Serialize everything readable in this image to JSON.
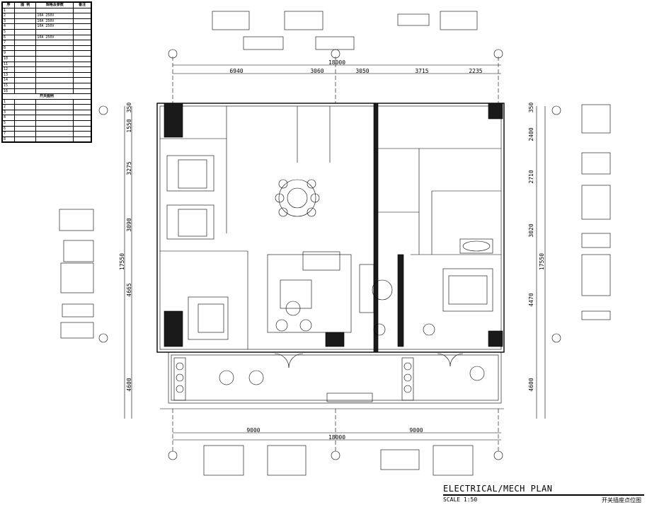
{
  "legend": {
    "header": [
      "序",
      "图 例",
      "规格及参数",
      "备注"
    ],
    "rows": [
      {
        "no": "1",
        "spec": "",
        "note": ""
      },
      {
        "no": "2",
        "spec": "10A 250V",
        "note": ""
      },
      {
        "no": "3",
        "spec": "10A 250V",
        "note": ""
      },
      {
        "no": "4",
        "spec": "10A 250V",
        "note": ""
      },
      {
        "no": "5",
        "spec": "",
        "note": ""
      },
      {
        "no": "6",
        "spec": "10A 250V",
        "note": ""
      },
      {
        "no": "7",
        "spec": "",
        "note": ""
      },
      {
        "no": "8",
        "spec": "",
        "note": ""
      },
      {
        "no": "9",
        "spec": "",
        "note": ""
      },
      {
        "no": "10",
        "spec": "",
        "note": ""
      },
      {
        "no": "11",
        "spec": "",
        "note": ""
      },
      {
        "no": "12",
        "spec": "",
        "note": ""
      },
      {
        "no": "13",
        "spec": "",
        "note": ""
      },
      {
        "no": "14",
        "spec": "",
        "note": ""
      },
      {
        "no": "15",
        "spec": "",
        "note": ""
      },
      {
        "no": "16",
        "spec": "",
        "note": ""
      }
    ],
    "sub_header": "开关图例",
    "sub_rows": [
      {
        "no": "1"
      },
      {
        "no": "2"
      },
      {
        "no": "3"
      },
      {
        "no": "4"
      },
      {
        "no": "5"
      },
      {
        "no": "6"
      },
      {
        "no": "7"
      },
      {
        "no": "8"
      }
    ]
  },
  "dimensions": {
    "top_total": "18000",
    "top_segments": [
      "6940",
      "3060",
      "3050",
      "3715",
      "2235"
    ],
    "bottom_total": "18000",
    "bottom_segments": [
      "9000",
      "9000"
    ],
    "left_segments": [
      "350",
      "1550",
      "3275",
      "3090",
      "4665",
      "4600"
    ],
    "left_total": "17550",
    "right_segments": [
      "350",
      "2400",
      "2710",
      "3020",
      "4470",
      "4600"
    ],
    "right_total": "17550"
  },
  "title": {
    "main": "ELECTRICAL/MECH PLAN",
    "scale": "SCALE 1:50",
    "cn": "开关插座点位图"
  },
  "colors": {
    "ink": "#000000",
    "fill_dark": "#1a1a1a",
    "paper": "#ffffff"
  }
}
